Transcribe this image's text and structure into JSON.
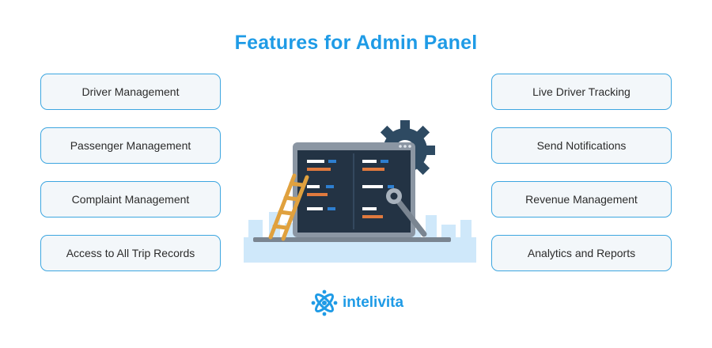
{
  "title": "Features for Admin Panel",
  "left_features": [
    "Driver Management",
    "Passenger Management",
    "Complaint Management",
    "Access to All Trip Records"
  ],
  "right_features": [
    "Live Driver Tracking",
    "Send Notifications",
    "Revenue Management",
    "Analytics and Reports"
  ],
  "brand": {
    "name": "intelivita",
    "logo_icon": "atom-logo-icon"
  },
  "illustration": {
    "icons": [
      "laptop-icon",
      "gear-icon",
      "ladder-icon",
      "wrench-icon",
      "city-skyline-icon"
    ]
  },
  "colors": {
    "accent": "#1f9be6",
    "pill_border": "#3da6e0",
    "pill_fill": "#f3f7fa",
    "screen": "#233344",
    "gear": "#2e4a62",
    "ladder": "#e0a13e",
    "skyline": "#cfe8fa"
  }
}
